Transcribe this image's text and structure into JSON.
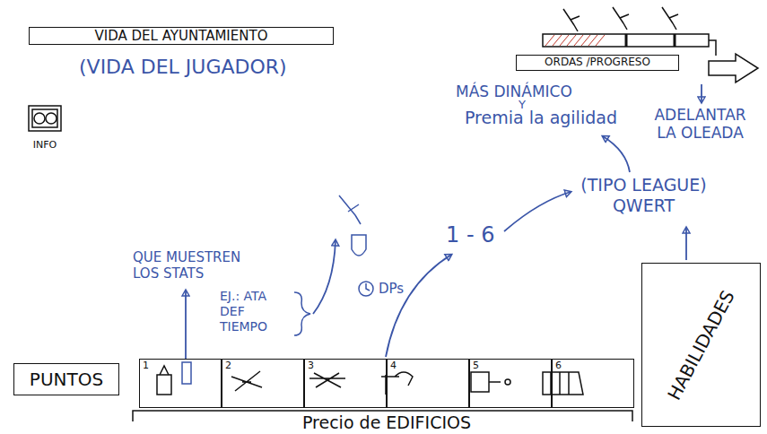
{
  "diagram": {
    "nodes": [
      {
        "text": [
          "VIDA DEL AYUNTAMIENTO"
        ]
      },
      {
        "text": [
          "INFO"
        ]
      },
      {
        "text": [
          "ORDAS /PROGRESO"
        ]
      },
      {
        "text": [
          "PUNTOS"
        ]
      },
      {
        "text": [
          "Precio de EDIFICIOS"
        ]
      },
      {
        "text": [
          "1"
        ],
        "in": 4
      },
      {
        "text": [
          "2"
        ],
        "in": 4
      },
      {
        "text": [
          "3"
        ],
        "in": 4
      },
      {
        "text": [
          "4"
        ],
        "in": 4
      },
      {
        "text": [
          "5"
        ],
        "in": 4
      },
      {
        "text": [
          "6"
        ],
        "in": 4
      },
      {
        "text": [
          "HABILIDADES"
        ]
      }
    ],
    "labels": [
      "(VIDA DEL JUGADOR)",
      "MÁS DINÁMICO",
      "Y",
      "Premia la agilidad",
      "ADELANTAR LA OLEADA",
      "(TIPO LEAGUE) QWERT",
      "1 - 6",
      "QUE MUESTREN LOS STATS",
      "EJ.: ATA DEF TIEMPO",
      "DPs"
    ]
  }
}
